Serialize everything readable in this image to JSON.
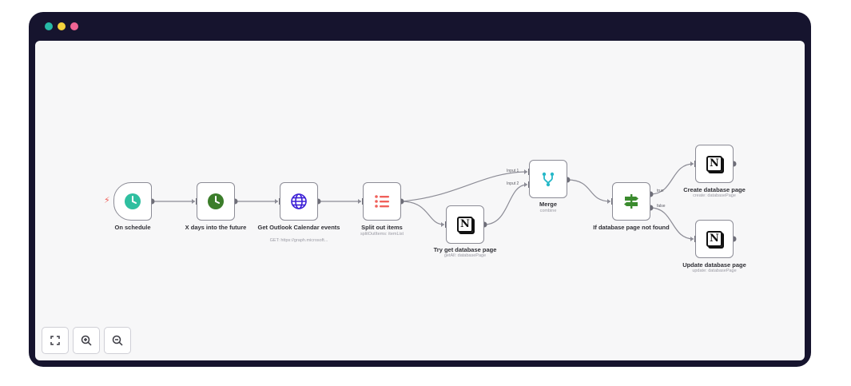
{
  "nodes": {
    "schedule": {
      "label": "On schedule"
    },
    "xdays": {
      "label": "X days into the future"
    },
    "outlook": {
      "label": "Get Outlook Calendar events",
      "subtitle": "GET: https://graph.microsoft..."
    },
    "split": {
      "label": "Split out items",
      "subtitle": "splitOutItems: itemList"
    },
    "tryget": {
      "label": "Try get database page",
      "subtitle": "getAll: databasePage"
    },
    "merge": {
      "label": "Merge",
      "subtitle": "combine",
      "input1": "Input 1",
      "input2": "Input 2"
    },
    "ifnode": {
      "label": "If database page not found",
      "true_label": "true",
      "false_label": "false"
    },
    "create": {
      "label": "Create database page",
      "subtitle": "create: databasePage"
    },
    "update": {
      "label": "Update database page",
      "subtitle": "update: databasePage"
    }
  },
  "icons": {
    "schedule": "clock-icon",
    "xdays": "clock-icon",
    "outlook": "globe-icon",
    "split": "list-icon",
    "notion": "notion-icon",
    "merge": "merge-icon",
    "if": "signpost-icon",
    "trigger": "lightning-icon"
  },
  "colors": {
    "frame": "#16142e",
    "schedule_icon": "#2fbfa0",
    "xdays_icon": "#3b7d2a",
    "outlook_icon": "#3b1fd6",
    "split_icon": "#f0605a",
    "merge_icon": "#26b8c8",
    "if_icon": "#3b8b2e"
  },
  "controls": {
    "fit": "fit-view-icon",
    "zoom_in": "zoom-in-icon",
    "zoom_out": "zoom-out-icon"
  }
}
